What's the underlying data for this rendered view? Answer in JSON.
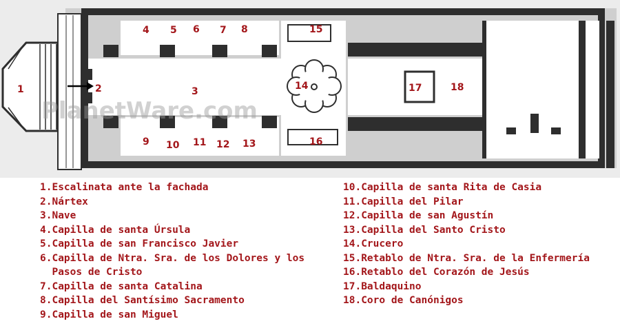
{
  "watermark": "PlanetWare.com",
  "plan_labels": [
    "1",
    "2",
    "3",
    "4",
    "5",
    "6",
    "7",
    "8",
    "9",
    "10",
    "11",
    "12",
    "13",
    "14",
    "15",
    "16",
    "17",
    "18"
  ],
  "legend": [
    {
      "num": "1.",
      "text": "Escalinata ante la fachada"
    },
    {
      "num": "2.",
      "text": "Nártex"
    },
    {
      "num": "3.",
      "text": "Nave"
    },
    {
      "num": "4.",
      "text": "Capilla de santa Úrsula"
    },
    {
      "num": "5.",
      "text": "Capilla de san Francisco Javier"
    },
    {
      "num": "6.",
      "text": "Capilla de Ntra. Sra. de los Dolores y los Pasos de Cristo"
    },
    {
      "num": "7.",
      "text": "Capilla de santa Catalina"
    },
    {
      "num": "8.",
      "text": "Capilla del Santísimo Sacramento"
    },
    {
      "num": "9.",
      "text": "Capilla de san Miguel"
    },
    {
      "num": "10.",
      "text": "Capilla de santa Rita de Casia"
    },
    {
      "num": "11.",
      "text": "Capilla del Pilar"
    },
    {
      "num": "12.",
      "text": "Capilla de san Agustín"
    },
    {
      "num": "13.",
      "text": "Capilla del Santo Cristo"
    },
    {
      "num": "14.",
      "text": "Crucero"
    },
    {
      "num": "15.",
      "text": "Retablo de Ntra. Sra. de la Enfermería"
    },
    {
      "num": "16.",
      "text": "Retablo del Corazón de Jesús"
    },
    {
      "num": "17.",
      "text": "Baldaquino"
    },
    {
      "num": "18.",
      "text": "Coro de Canónigos"
    }
  ],
  "colors": {
    "label": "#a3161a",
    "wall": "#2e2e2e",
    "floor": "#ffffff",
    "ground": "#d9d9d9"
  }
}
